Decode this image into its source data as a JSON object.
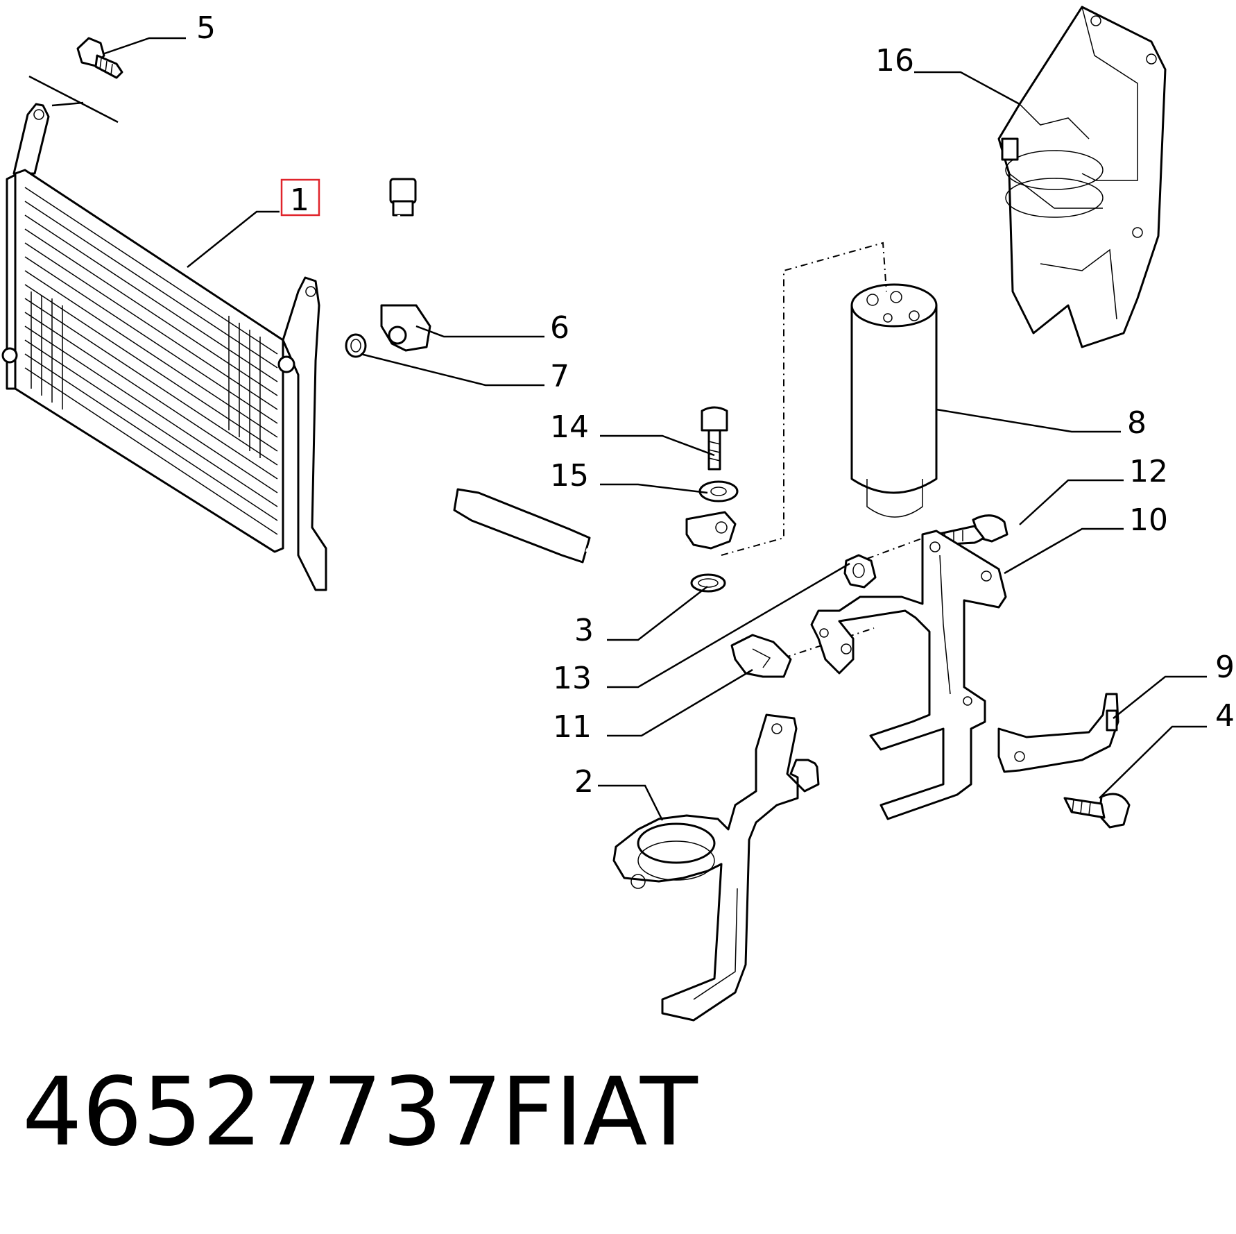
{
  "callouts": {
    "c1": "1",
    "c2": "2",
    "c3": "3",
    "c4": "4",
    "c5": "5",
    "c6": "6",
    "c7": "7",
    "c8": "8",
    "c9": "9",
    "c10": "10",
    "c11": "11",
    "c12": "12",
    "c13": "13",
    "c14": "14",
    "c15": "15",
    "c16": "16"
  },
  "highlight_callout": "1",
  "highlight_color": "#e0242b",
  "footer": {
    "part_number": "46527737",
    "brand": "FIAT"
  }
}
